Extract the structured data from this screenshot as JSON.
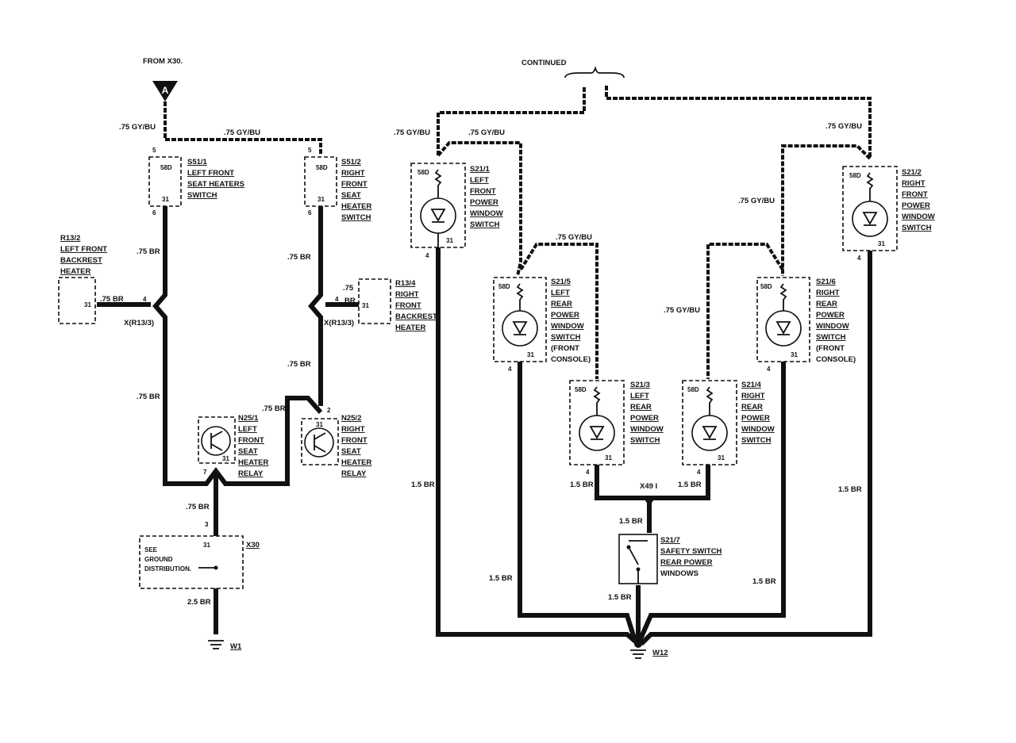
{
  "connector_a": {
    "label": "A",
    "note": "FROM X30."
  },
  "continued_label": "CONTINUED",
  "wires": {
    "gy_bu": ".75 GY/BU",
    "br": ".75 BR",
    "br15": "1.5 BR",
    "br25": "2.5 BR",
    "br75_short": ".75",
    "br_short": "BR"
  },
  "splices": {
    "left": "X(R13/3)",
    "right": "X(R13/3)",
    "x49": "X49 I"
  },
  "components": {
    "s51_1": {
      "id": "S51/1",
      "lines": [
        "LEFT FRONT",
        "SEAT HEATERS",
        "SWITCH"
      ]
    },
    "s51_2": {
      "id": "S51/2",
      "lines": [
        "RIGHT",
        "FRONT",
        "SEAT",
        "HEATER",
        "SWITCH"
      ]
    },
    "r13_2": {
      "id": "R13/2",
      "lines": [
        "LEFT FRONT",
        "BACKREST",
        "HEATER"
      ]
    },
    "r13_4": {
      "id": "R13/4",
      "lines": [
        "RIGHT",
        "FRONT",
        "BACKREST",
        "HEATER"
      ]
    },
    "n25_1": {
      "id": "N25/1",
      "lines": [
        "LEFT",
        "FRONT",
        "SEAT",
        "HEATER",
        "RELAY"
      ]
    },
    "n25_2": {
      "id": "N25/2",
      "lines": [
        "RIGHT",
        "FRONT",
        "SEAT",
        "HEATER",
        "RELAY"
      ]
    },
    "x30": {
      "id": "X30",
      "lines": [
        "SEE",
        "GROUND",
        "DISTRIBUTION."
      ]
    },
    "s21_1": {
      "id": "S21/1",
      "lines": [
        "LEFT",
        "FRONT",
        "POWER",
        "WINDOW",
        "SWITCH"
      ]
    },
    "s21_2": {
      "id": "S21/2",
      "lines": [
        "RIGHT",
        "FRONT",
        "POWER",
        "WINDOW",
        "SWITCH"
      ]
    },
    "s21_5": {
      "id": "S21/5",
      "lines": [
        "LEFT",
        "REAR",
        "POWER",
        "WINDOW",
        "SWITCH",
        "(FRONT",
        "CONSOLE)"
      ]
    },
    "s21_6": {
      "id": "S21/6",
      "lines": [
        "RIGHT",
        "REAR",
        "POWER",
        "WINDOW",
        "SWITCH",
        "(FRONT",
        "CONSOLE)"
      ]
    },
    "s21_3": {
      "id": "S21/3",
      "lines": [
        "LEFT",
        "REAR",
        "POWER",
        "WINDOW",
        "SWITCH"
      ]
    },
    "s21_4": {
      "id": "S21/4",
      "lines": [
        "RIGHT",
        "REAR",
        "POWER",
        "WINDOW",
        "SWITCH"
      ]
    },
    "s21_7": {
      "id": "S21/7",
      "lines": [
        "SAFETY SWITCH",
        "REAR POWER",
        "WINDOWS"
      ]
    }
  },
  "grounds": {
    "w1": "W1",
    "w12": "W12"
  },
  "pins": {
    "p58d": "58D",
    "p31": "31",
    "p3": "3",
    "p4": "4",
    "p5": "5",
    "p6": "6",
    "p7": "7",
    "p2": "2"
  }
}
